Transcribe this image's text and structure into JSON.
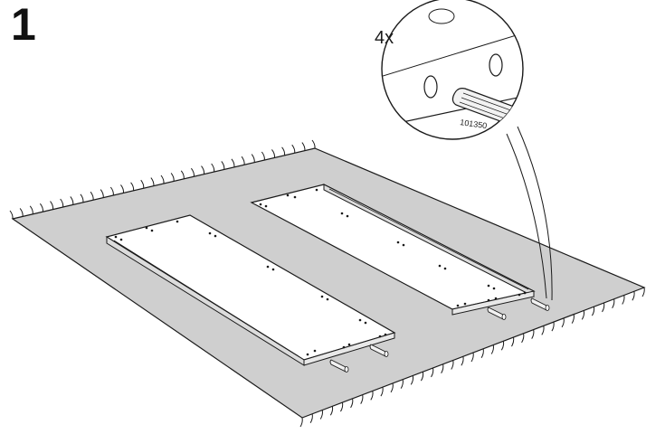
{
  "step": {
    "number": "1"
  },
  "callout": {
    "quantity": "4x",
    "part_number": "101350"
  },
  "colors": {
    "rug": "#cfcfcf",
    "panel_top": "#ffffff",
    "panel_edge": "#dcdcdc",
    "line": "#1a1a1a",
    "dowel": "#f2f2f2"
  },
  "icons": {
    "rug": "rug-illustration",
    "shelves": "shelf-panel-illustration",
    "dowel": "wooden-dowel-icon",
    "magnifier": "detail-magnifier-circle"
  }
}
